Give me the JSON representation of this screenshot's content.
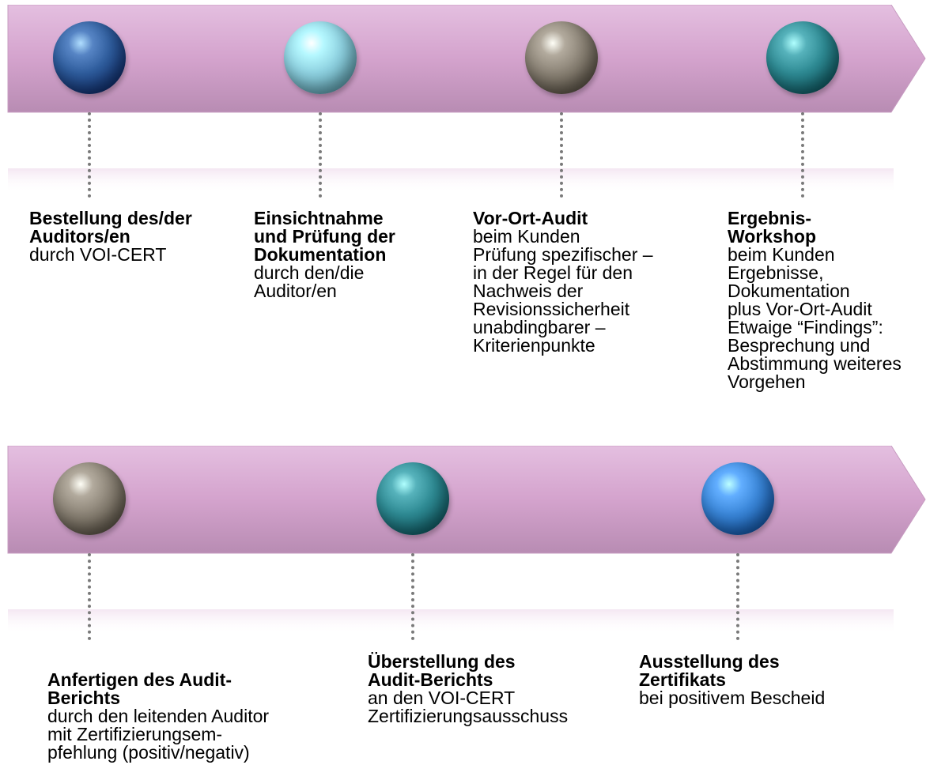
{
  "colors": {
    "arrow": "#d6a6cf",
    "sphere_darkblue": "#2e5c9c",
    "sphere_lightblue": "#8dd0df",
    "sphere_taupe": "#8a8275",
    "sphere_teal": "#2e8a93",
    "sphere_blue": "#3a86d8"
  },
  "rows": [
    {
      "steps": [
        {
          "sphere": "sphere_darkblue",
          "title": [
            "Bestellung des/der",
            "Auditors/en"
          ],
          "body": [
            "durch VOI-CERT"
          ]
        },
        {
          "sphere": "sphere_lightblue",
          "title": [
            "Einsichtnahme",
            "und Prüfung der",
            "Dokumentation"
          ],
          "body": [
            "durch den/die",
            "Auditor/en"
          ]
        },
        {
          "sphere": "sphere_taupe",
          "title": [
            "Vor-Ort-Audit"
          ],
          "body": [
            "beim Kunden",
            "Prüfung spezifischer –",
            "in der Regel für den",
            "Nachweis der",
            "Revisionssicherheit",
            "unabdingbarer –",
            "Kriterienpunkte"
          ]
        },
        {
          "sphere": "sphere_teal",
          "title": [
            "Ergebnis-",
            "Workshop"
          ],
          "body": [
            "beim Kunden",
            "Ergebnisse,",
            "Dokumentation",
            "plus Vor-Ort-Audit",
            "Etwaige “Findings”:",
            "Besprechung und",
            "Abstimmung weiteres",
            "Vorgehen"
          ]
        }
      ]
    },
    {
      "steps": [
        {
          "sphere": "sphere_taupe",
          "title": [
            "Anfertigen des Audit-",
            "Berichts"
          ],
          "body": [
            "durch den leitenden Auditor",
            "mit Zertifizierungsem-",
            "pfehlung (positiv/negativ)"
          ]
        },
        {
          "sphere": "sphere_teal",
          "title": [
            "Überstellung des",
            "Audit-Berichts"
          ],
          "body": [
            "an den VOI-CERT",
            "Zertifizierungsausschuss"
          ]
        },
        {
          "sphere": "sphere_blue",
          "title": [
            "Ausstellung des",
            "Zertifikats"
          ],
          "body": [
            "bei positivem Bescheid"
          ]
        }
      ]
    }
  ]
}
